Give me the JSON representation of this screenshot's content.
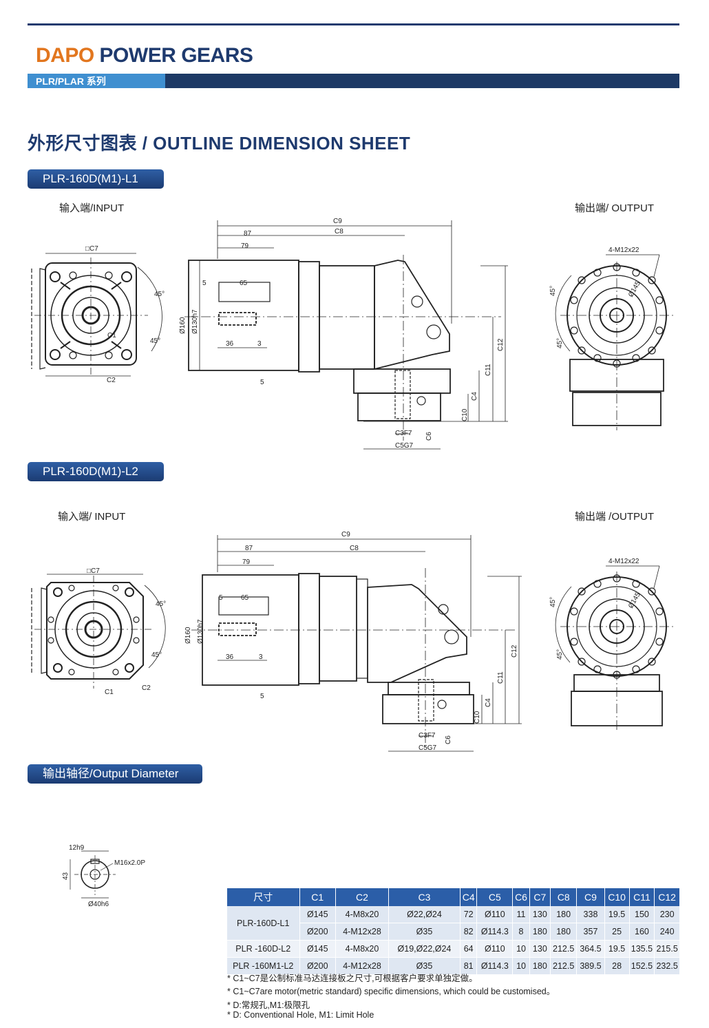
{
  "header": {
    "brand_a": "DAPO",
    "brand_b": "POWER GEARS",
    "series": "PLR/PLAR 系列"
  },
  "section_title": "外形尺寸图表 / OUTLINE DIMENSION SHEET",
  "model1": {
    "title": "PLR-160D(M1)-L1",
    "input_label": "输入端/INPUT",
    "output_label": "输出端/ OUTPUT"
  },
  "model2": {
    "title": "PLR-160D(M1)-L2",
    "input_label": "输入端/ INPUT",
    "output_label": "输出端 /OUTPUT"
  },
  "output_diameter": {
    "title": "输出轴径/Output Diameter",
    "key": "12h9",
    "height": "43",
    "thread": "M16x2.0P",
    "dia": "Ø40h6"
  },
  "drawing_labels": {
    "c7": "□C7",
    "c1": "C1",
    "c2": "C2",
    "angle": "45°",
    "c9": "C9",
    "c8": "C8",
    "d87": "87",
    "d79": "79",
    "d65": "65",
    "d5": "5",
    "d36": "36",
    "d3": "3",
    "d160": "Ø160",
    "d130": "Ø130h7",
    "c12": "C12",
    "c11": "C11",
    "c4": "C4",
    "c10": "C10",
    "c3": "C3F7",
    "c6": "C6",
    "c5": "C5G7",
    "holes": "4-M12x22",
    "d145": "Ø145"
  },
  "table": {
    "headers": [
      "尺寸",
      "C1",
      "C2",
      "C3",
      "C4",
      "C5",
      "C6",
      "C7",
      "C8",
      "C9",
      "C10",
      "C11",
      "C12"
    ],
    "groups": [
      {
        "model": "PLR-160D-L1",
        "rows": [
          [
            "Ø145",
            "4-M8x20",
            "Ø22,Ø24",
            "72",
            "Ø110",
            "11",
            "130",
            "180",
            "338",
            "19.5",
            "150",
            "230"
          ],
          [
            "Ø200",
            "4-M12x28",
            "Ø35",
            "82",
            "Ø114.3",
            "8",
            "180",
            "180",
            "357",
            "25",
            "160",
            "240"
          ]
        ]
      },
      {
        "model": "PLR -160D-L2",
        "rows": [
          [
            "Ø145",
            "4-M8x20",
            "Ø19,Ø22,Ø24",
            "64",
            "Ø110",
            "10",
            "130",
            "212.5",
            "364.5",
            "19.5",
            "135.5",
            "215.5"
          ]
        ]
      },
      {
        "model": "PLR -160M1-L2",
        "rows": [
          [
            "Ø200",
            "4-M12x28",
            "Ø35",
            "81",
            "Ø114.3",
            "10",
            "180",
            "212.5",
            "389.5",
            "28",
            "152.5",
            "232.5"
          ]
        ]
      }
    ]
  },
  "notes": [
    "* C1~C7是公制标准马达连接板之尺寸,可根据客户要求单独定做。",
    "* C1~C7are motor(metric standard)  specific dimensions, which could be customised。",
    "* D:常规孔,M1:极限孔",
    "* D: Conventional Hole, M1: Limit Hole"
  ]
}
